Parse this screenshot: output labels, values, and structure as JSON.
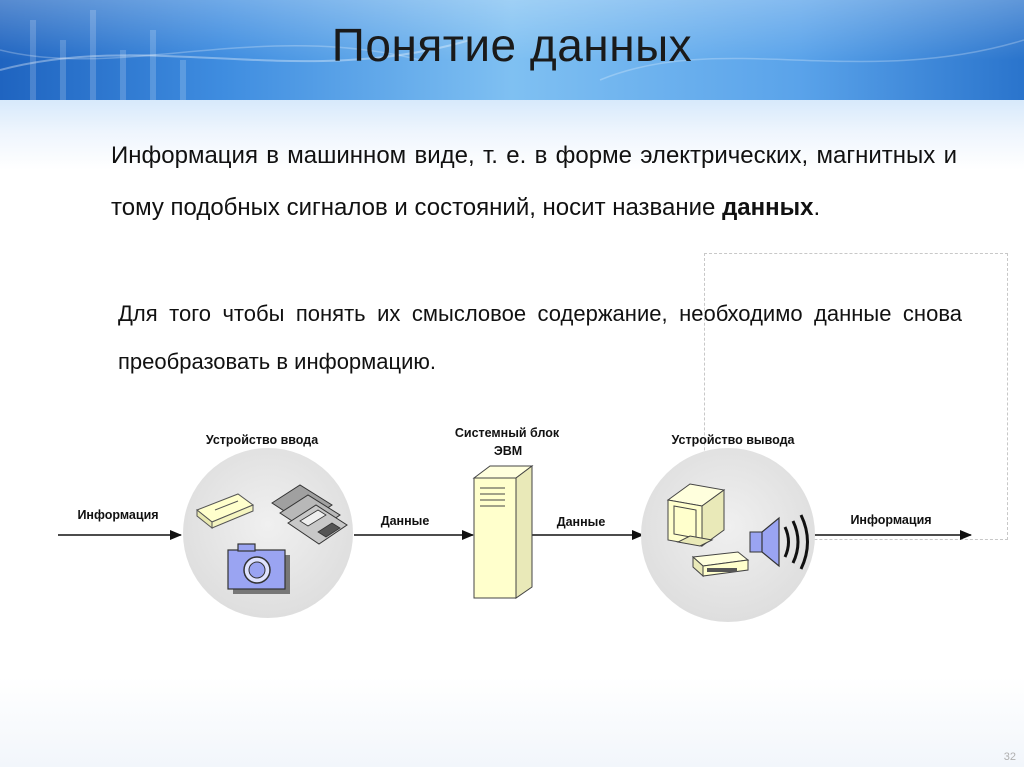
{
  "slide": {
    "title": "Понятие данных",
    "paragraph1_before": "Информация в машинном виде, т. е. в форме электрических, магнитных и тому подобных сигналов и состояний, носит название ",
    "paragraph1_bold": "данных",
    "paragraph1_after": ".",
    "paragraph2": "Для того чтобы понять их смысловое содержание, необходимо данные снова преобразовать в информацию.",
    "slide_number": "32"
  },
  "diagram": {
    "input_device_label": "Устройство ввода",
    "system_unit_label_line1": "Системный блок",
    "system_unit_label_line2": "ЭВМ",
    "output_device_label": "Устройство вывода",
    "arrow_labels": {
      "info_in": "Информация",
      "data_1": "Данные",
      "data_2": "Данные",
      "info_out": "Информация"
    },
    "icons": [
      "scanner-icon",
      "floppy-disks-icon",
      "camera-icon",
      "system-unit-icon",
      "monitor-icon",
      "printer-icon",
      "speaker-icon"
    ],
    "colors": {
      "device_fill": "#ffffcc",
      "circle_fill": "#e6e6e6",
      "camera_fill": "#9aa4f2",
      "speaker_fill": "#9aa4f2",
      "arrow": "#111111"
    }
  }
}
